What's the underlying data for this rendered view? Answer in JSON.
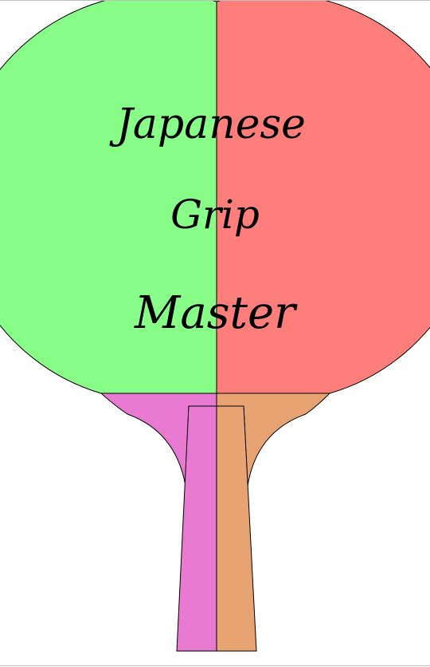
{
  "title": {
    "line1": "Japanese",
    "line2": "Grip",
    "line3": "Master"
  },
  "colors": {
    "blade_left": "#88fd88",
    "blade_right": "#fd7e7a",
    "handle_left": "#e97ad1",
    "handle_right": "#e8a373",
    "outline": "#000000",
    "background": "#ffffff"
  },
  "icons": {
    "paddle": "ping-pong-paddle-icon"
  }
}
